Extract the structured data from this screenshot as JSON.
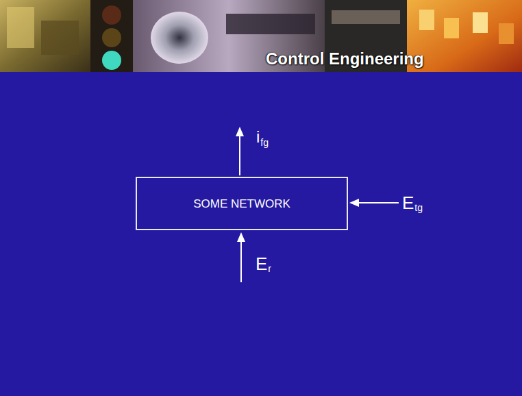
{
  "diagram": {
    "title": "Control Engineering",
    "nodes": [
      {
        "text": [
          "SOME NETWORK"
        ]
      }
    ],
    "labels": [
      "i",
      "fg",
      "E",
      "tg",
      "E",
      "r"
    ]
  }
}
